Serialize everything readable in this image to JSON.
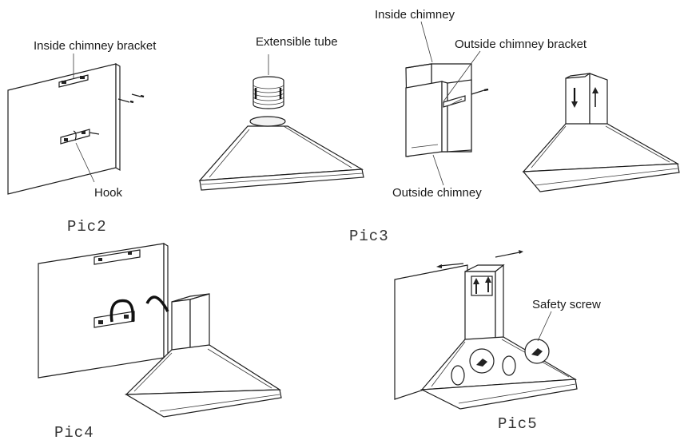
{
  "labels": {
    "inside_chimney_bracket": "Inside chimney bracket",
    "extensible_tube": "Extensible tube",
    "inside_chimney": "Inside chimney",
    "outside_chimney_bracket": "Outside chimney bracket",
    "hook": "Hook",
    "outside_chimney": "Outside chimney",
    "safety_screw": "Safety screw"
  },
  "captions": {
    "pic2": "Pic2",
    "pic3": "Pic3",
    "pic4": "Pic4",
    "pic5": "Pic5"
  }
}
